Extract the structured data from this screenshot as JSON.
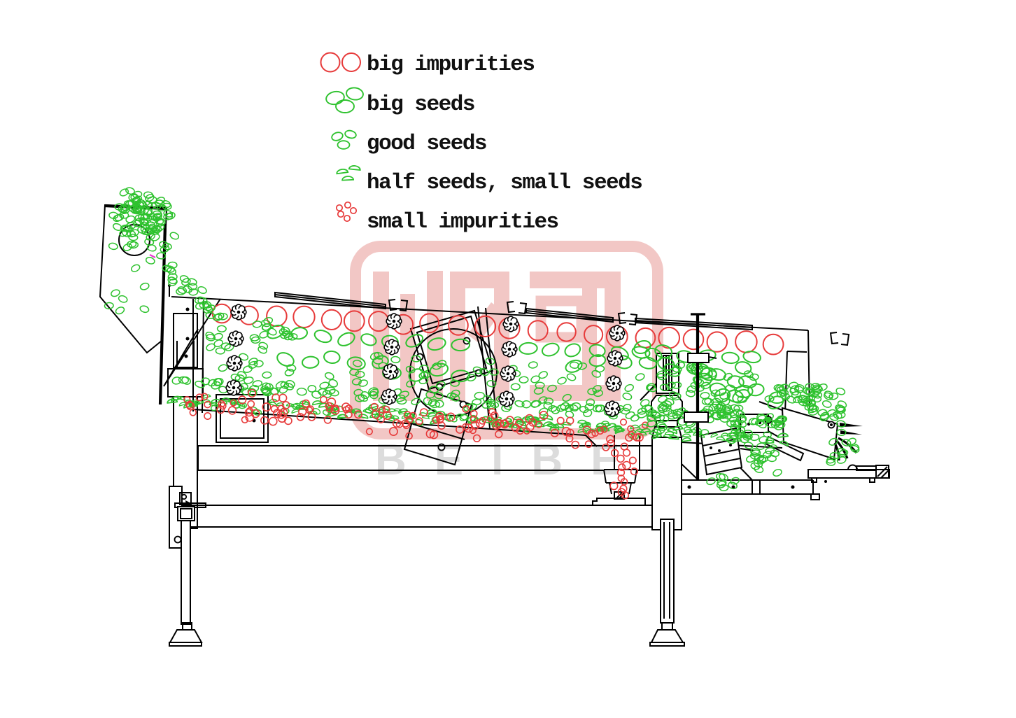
{
  "legend": {
    "items": [
      {
        "name": "big-impurities",
        "label": "big impurities",
        "color": "#e73b3b",
        "symbol": "two-large-circles"
      },
      {
        "name": "big-seeds",
        "label": "big seeds",
        "color": "#2ec22e",
        "symbol": "three-large-ellipses"
      },
      {
        "name": "good-seeds",
        "label": "good seeds",
        "color": "#2ec22e",
        "symbol": "three-small-ellipses"
      },
      {
        "name": "half-seeds-small-seeds",
        "label": "half seeds, small seeds",
        "color": "#2ec22e",
        "symbol": "three-half-ellipses"
      },
      {
        "name": "small-impurities",
        "label": "small impurities",
        "color": "#e73b3b",
        "symbol": "five-tiny-circles"
      }
    ]
  },
  "watermark": {
    "logo_letters": "BEIBEI",
    "pink": "#f2c7c5",
    "letters_gray": "#d4d4d4"
  },
  "colors": {
    "seed_green": "#2ec22e",
    "impurity_red": "#e73b3b",
    "line_black": "#000000",
    "watermark_pink": "#f2c7c5",
    "accent_magenta": "#e83bd0"
  }
}
